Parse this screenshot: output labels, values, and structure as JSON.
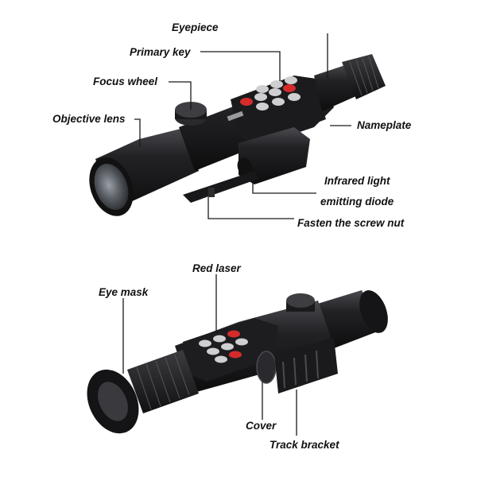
{
  "top_scope": {
    "labels": {
      "eyepiece": "Eyepiece",
      "primary_key": "Primary key",
      "focus_wheel": "Focus wheel",
      "objective_lens": "Objective lens",
      "nameplate": "Nameplate",
      "infrared_line1": "Infrared light",
      "infrared_line2": "emitting diode",
      "screw_nut": "Fasten the screw nut"
    }
  },
  "bottom_scope": {
    "labels": {
      "red_laser": "Red laser",
      "eye_mask": "Eye mask",
      "cover": "Cover",
      "track_bracket": "Track bracket"
    }
  },
  "colors": {
    "body": "#1b1b1d",
    "body_highlight": "#3a3a3e",
    "button_red": "#d62b2b",
    "button_grey": "#cfcfd2",
    "lens": "#5a5f66"
  }
}
